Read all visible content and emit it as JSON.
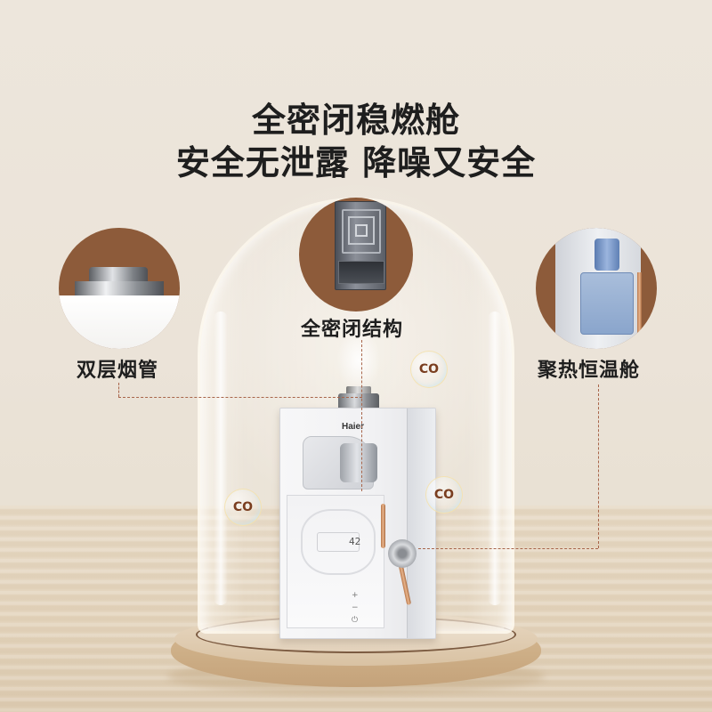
{
  "headline": {
    "line1": "全密闭稳燃舱",
    "line2": "安全无泄露 降噪又安全"
  },
  "features": [
    {
      "label": "双层烟管",
      "icon": "double-layer-flue-pipe"
    },
    {
      "label": "全密闭结构",
      "icon": "sealed-water-heater"
    },
    {
      "label": "聚热恒温舱",
      "icon": "heat-chamber-cutaway"
    }
  ],
  "product": {
    "brand": "Haier",
    "display_temp": "42"
  },
  "co_badges": [
    "CO",
    "CO",
    "CO"
  ],
  "colors": {
    "accent_brown": "#8d5b3a",
    "dash_line": "#a8654a",
    "background": "#ebe4da",
    "text": "#1e1e1e"
  }
}
